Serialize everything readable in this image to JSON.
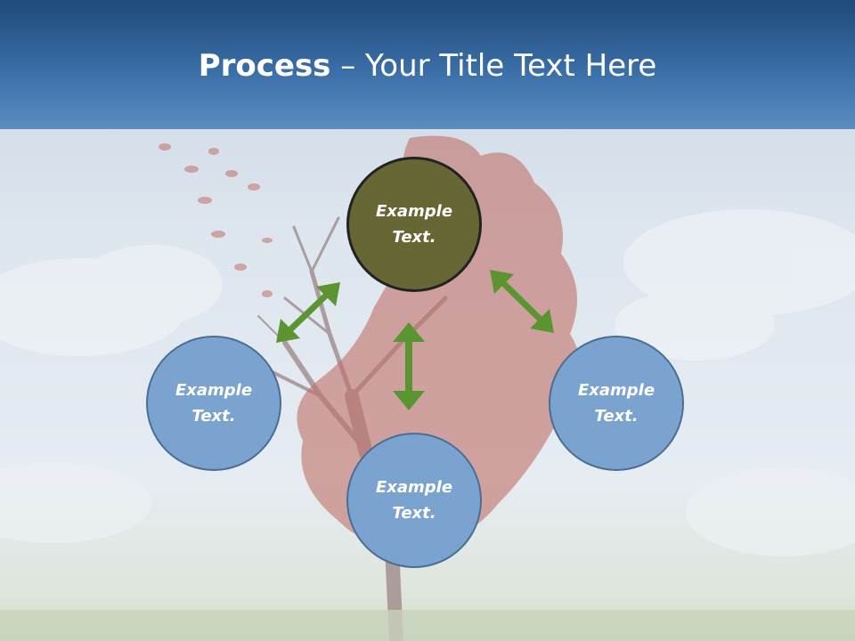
{
  "header": {
    "title_bold": "Process",
    "title_rest": " – Your Title Text Here"
  },
  "nodes": [
    {
      "line1": "Example",
      "line2": "Text."
    },
    {
      "line1": "Example",
      "line2": "Text."
    },
    {
      "line1": "Example",
      "line2": "Text."
    },
    {
      "line1": "Example",
      "line2": "Text."
    }
  ],
  "colors": {
    "header_top": "#1f4a7a",
    "header_bottom": "#5b8dc2",
    "node_blue": "#7aa3cf",
    "node_olive": "#676635",
    "arrow_green": "#5b9431"
  },
  "icons": {
    "arrows": [
      "double-arrow-diagonal-left",
      "double-arrow-diagonal-right",
      "double-arrow-vertical"
    ]
  }
}
